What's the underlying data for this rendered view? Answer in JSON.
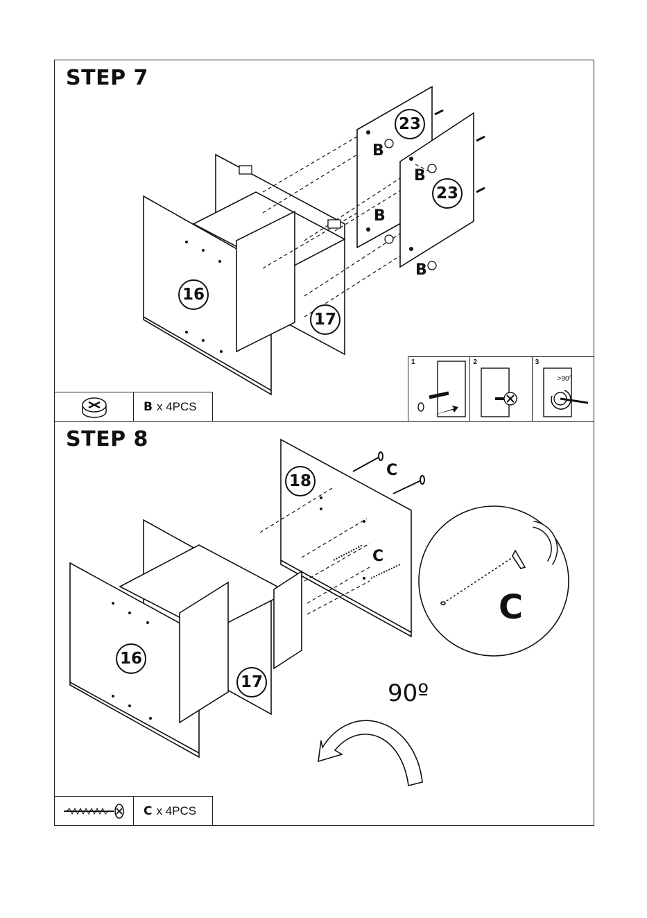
{
  "step7": {
    "title": "STEP 7",
    "parts_letter": "B",
    "parts_qty": "x 4PCS",
    "panel_labels": [
      "16",
      "17",
      "23",
      "23"
    ],
    "fitting_letter": "B",
    "inset_numbers": [
      "1",
      "2",
      "3"
    ],
    "inset_angle": ">90°"
  },
  "step8": {
    "title": "STEP 8",
    "parts_letter": "C",
    "parts_qty": "x 4PCS",
    "panel_labels": [
      "18",
      "16",
      "17"
    ],
    "screw_letter": "C",
    "detail_letter": "C",
    "rotation": "90º"
  }
}
